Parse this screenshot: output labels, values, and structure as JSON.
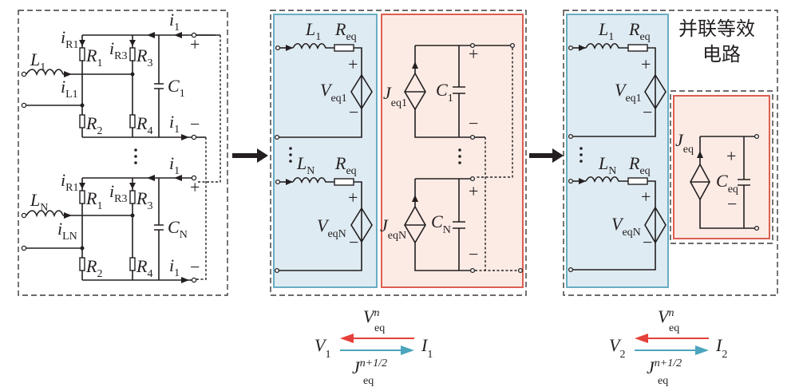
{
  "figure": {
    "panel1": {
      "top_unit": {
        "inductor": "L",
        "inductor_sub": "1",
        "il": "i",
        "il_sub": "L1",
        "ir1": "i",
        "ir1_sub": "R1",
        "ir3": "i",
        "ir3_sub": "R3",
        "r1": "R",
        "r1_sub": "1",
        "r2": "R",
        "r2_sub": "2",
        "r3": "R",
        "r3_sub": "3",
        "r4": "R",
        "r4_sub": "4",
        "cap": "C",
        "cap_sub": "1",
        "i_top": "i",
        "i_top_sub": "1",
        "i_bot": "i",
        "i_bot_sub": "1",
        "plus": "+",
        "minus": "−"
      },
      "bottom_unit": {
        "inductor": "L",
        "inductor_sub": "N",
        "il": "i",
        "il_sub": "LN",
        "ir1": "i",
        "ir1_sub": "R1",
        "ir3": "i",
        "ir3_sub": "R3",
        "r1": "R",
        "r1_sub": "1",
        "r2": "R",
        "r2_sub": "2",
        "r3": "R",
        "r3_sub": "3",
        "r4": "R",
        "r4_sub": "4",
        "cap": "C",
        "cap_sub": "N",
        "i_top": "i",
        "i_top_sub": "1",
        "i_bot": "i",
        "i_bot_sub": "1",
        "plus": "+",
        "minus": "−"
      },
      "mid_i": "i",
      "mid_i_sub": "1"
    },
    "panel2": {
      "blue": {
        "top": {
          "L": "L",
          "L_sub": "1",
          "R": "R",
          "R_sub": "eq",
          "V": "V",
          "V_sub": "eq1"
        },
        "bottom": {
          "L": "L",
          "L_sub": "N",
          "R": "R",
          "R_sub": "eq",
          "V": "V",
          "V_sub": "eqN"
        }
      },
      "red": {
        "top": {
          "J": "J",
          "J_sub": "eq1",
          "C": "C",
          "C_sub": "1"
        },
        "bottom": {
          "J": "J",
          "J_sub": "eqN",
          "C": "C",
          "C_sub": "N"
        }
      },
      "plus": "+",
      "minus": "−"
    },
    "panel3": {
      "title_line1": "并联等效",
      "title_line2": "电路",
      "blue": {
        "top": {
          "L": "L",
          "L_sub": "1",
          "R": "R",
          "R_sub": "eq",
          "V": "V",
          "V_sub": "eq1"
        },
        "bottom": {
          "L": "L",
          "L_sub": "N",
          "R": "R",
          "R_sub": "eq",
          "V": "V",
          "V_sub": "eqN"
        }
      },
      "red": {
        "J": "J",
        "J_sub": "eq",
        "C": "C",
        "C_sub": "eq"
      },
      "plus": "+",
      "minus": "−"
    },
    "relation1": {
      "left": "V",
      "left_sub": "1",
      "right": "I",
      "right_sub": "1",
      "top": "V",
      "top_sub": "eq",
      "top_sup": "n",
      "bottom": "J",
      "bottom_sub": "eq",
      "bottom_sup": "n+1/2"
    },
    "relation2": {
      "left": "V",
      "left_sub": "2",
      "right": "I",
      "right_sub": "2",
      "top": "V",
      "top_sub": "eq",
      "top_sup": "n",
      "bottom": "J",
      "bottom_sub": "eq",
      "bottom_sup": "n+1/2"
    },
    "colors": {
      "blue_fill": "#deebf2",
      "blue_stroke": "#5aa6bd",
      "red_fill": "#fcebe5",
      "red_stroke": "#d94f3f",
      "arrow_red": "#e5403a",
      "arrow_blue": "#4aa5bd"
    }
  }
}
